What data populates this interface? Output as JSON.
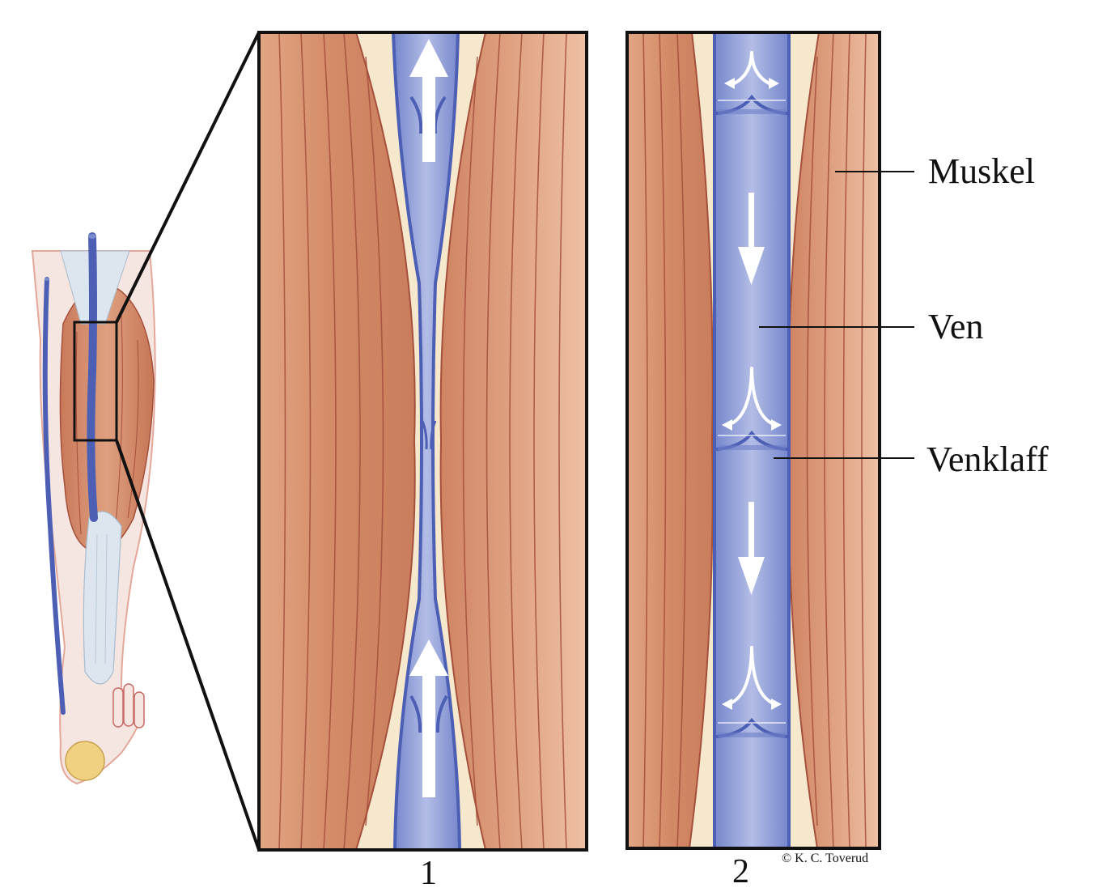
{
  "labels": {
    "muscle": "Muskel",
    "vein": "Ven",
    "valve": "Venklaff"
  },
  "panels": [
    {
      "number": "1"
    },
    {
      "number": "2"
    }
  ],
  "copyright": "© K. C. Toverud",
  "colors": {
    "muscle": "#d9906b",
    "muscle_light": "#e8b597",
    "muscle_line": "#a5503c",
    "fat": "#f5e8cc",
    "vein": "#8d9bd8",
    "vein_edge": "#4d5fb4",
    "outline": "#111111",
    "skin": "#f6e6e2"
  }
}
